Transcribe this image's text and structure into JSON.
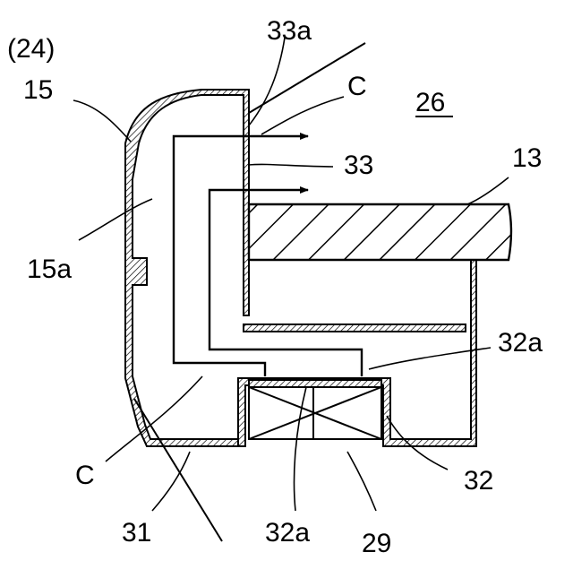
{
  "labels": {
    "ref_24": "(24)",
    "ref_15": "15",
    "ref_15a": "15a",
    "ref_33a": "33a",
    "ref_c_top": "C",
    "ref_26": "26",
    "ref_13": "13",
    "ref_33": "33",
    "ref_32a_right": "32a",
    "ref_32": "32",
    "ref_c_bottom": "C",
    "ref_31": "31",
    "ref_32a_bottom": "32a",
    "ref_29": "29"
  }
}
